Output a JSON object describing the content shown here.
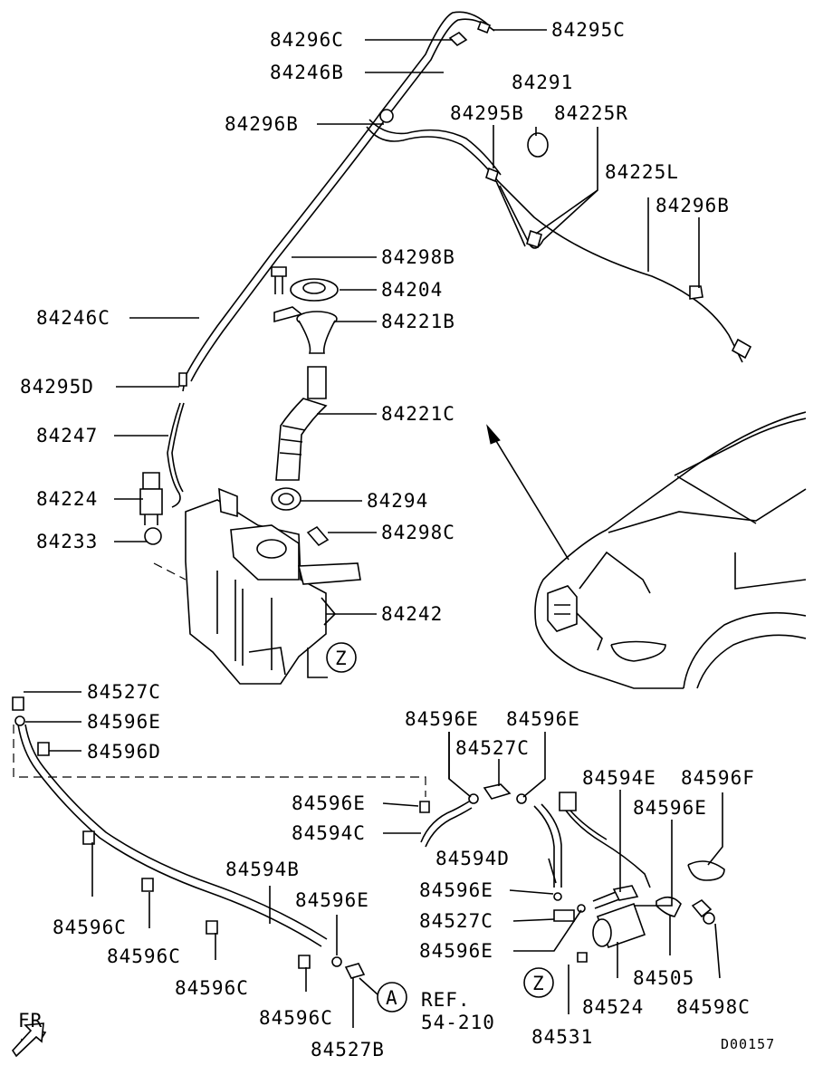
{
  "labels": {
    "l84296C": "84296C",
    "l84295C": "84295C",
    "l84246B": "84246B",
    "l84291": "84291",
    "l84295B": "84295B",
    "l84225R": "84225R",
    "l84296B_top": "84296B",
    "l84225L": "84225L",
    "l84296B_right": "84296B",
    "l84298B": "84298B",
    "l84204": "84204",
    "l84246C": "84246C",
    "l84221B": "84221B",
    "l84295D": "84295D",
    "l84221C": "84221C",
    "l84247": "84247",
    "l84224": "84224",
    "l84294": "84294",
    "l84233": "84233",
    "l84298C": "84298C",
    "l84242": "84242",
    "l84527C_a": "84527C",
    "l84596E_a": "84596E",
    "l84596D": "84596D",
    "l84596E_b": "84596E",
    "l84596E_c": "84596E",
    "l84527C_b": "84527C",
    "l84594E": "84594E",
    "l84596F": "84596F",
    "l84596E_d": "84596E",
    "l84594C": "84594C",
    "l84596E_e": "84596E",
    "l84594D": "84594D",
    "l84594B": "84594B",
    "l84596E_f": "84596E",
    "l84527C_c": "84527C",
    "l84596E_g": "84596E",
    "l84596E_h": "84596E",
    "l84596C_a": "84596C",
    "l84596C_b": "84596C",
    "l84596C_c": "84596C",
    "l84596C_d": "84596C",
    "l84505": "84505",
    "l84524": "84524",
    "l84598C": "84598C",
    "l84531": "84531",
    "l84527B": "84527B",
    "ref_line1": "REF.",
    "ref_line2": "54-210",
    "fr": "FR",
    "code": "D00157",
    "zone_z_upper": "Z",
    "zone_z_lower": "Z",
    "zone_a": "A"
  }
}
